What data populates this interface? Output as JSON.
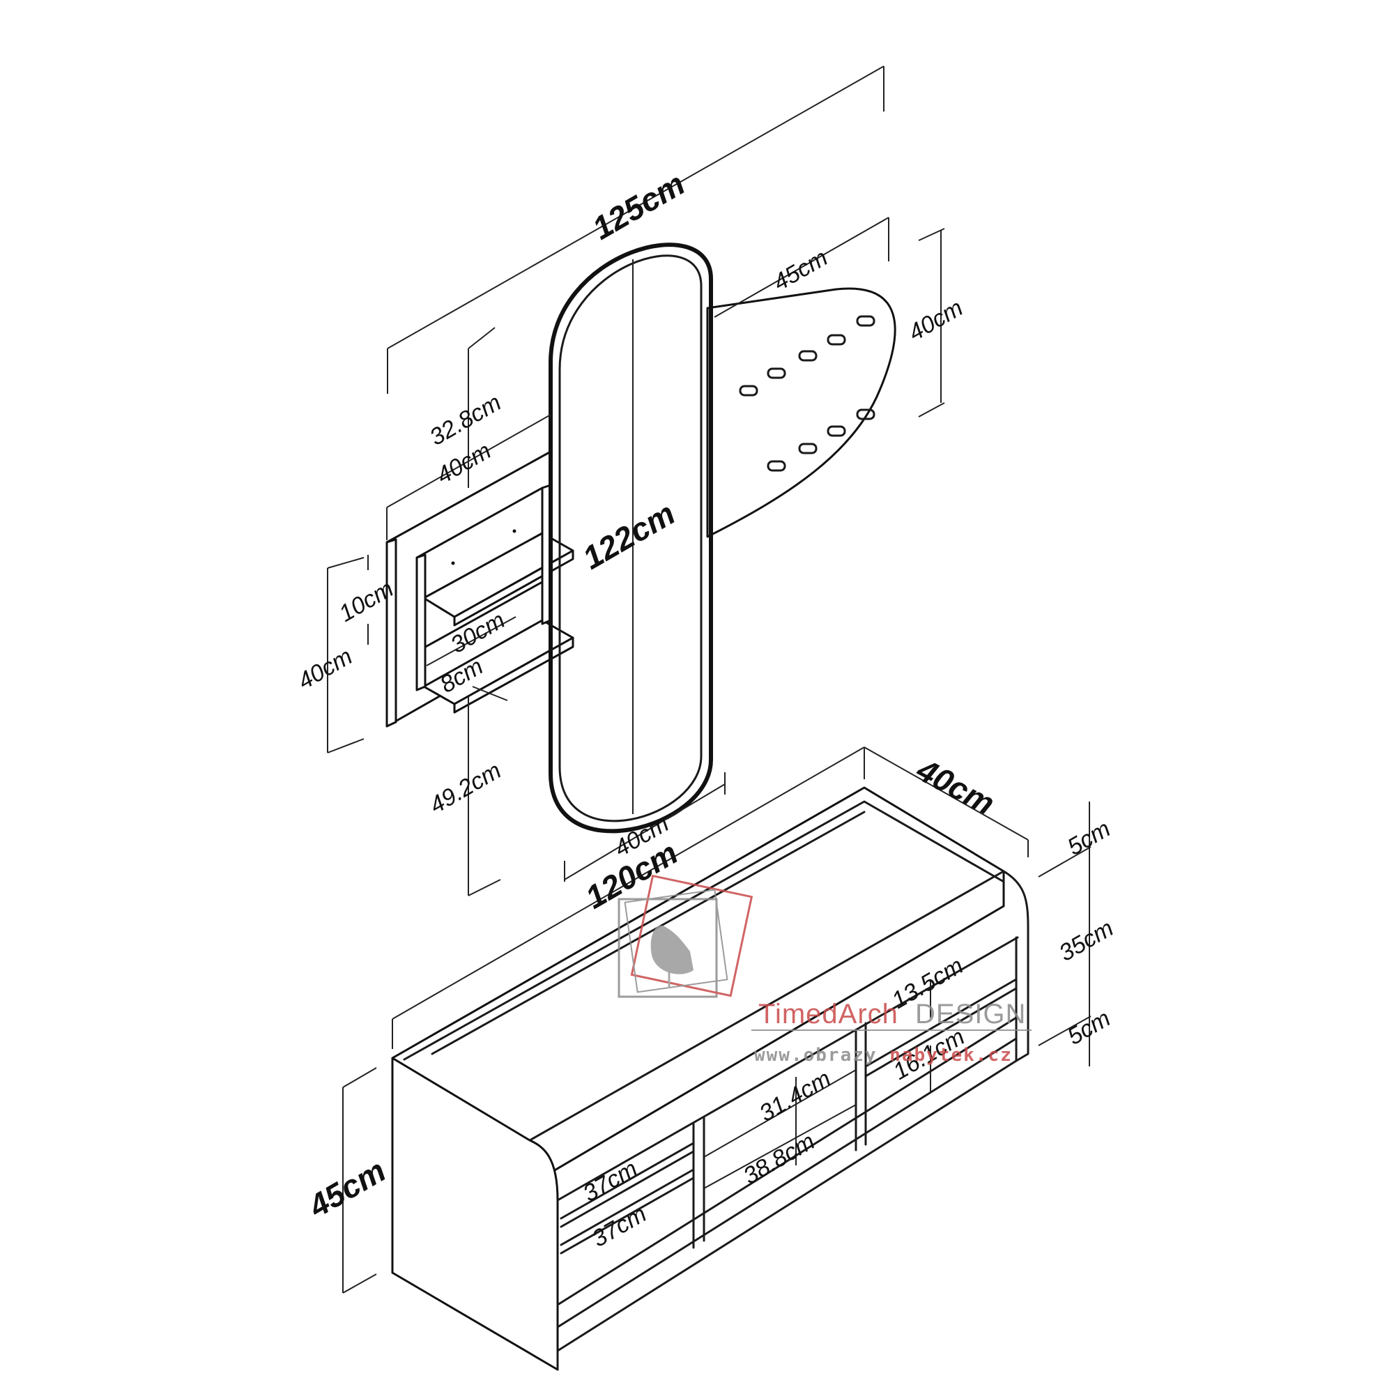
{
  "dimensions": {
    "overall_width": "125cm",
    "mirror_height": "122cm",
    "hook_panel_width": "45cm",
    "hook_panel_height": "40cm",
    "shelf_top_gap": "32.8cm",
    "shelf_panel_width": "40cm",
    "shelf_spacing": "10cm",
    "shelf_panel_height": "40cm",
    "shelf_length": "30cm",
    "shelf_depth": "8cm",
    "shelf_bottom_gap": "49.2cm",
    "mirror_width": "40cm",
    "bench_width": "120cm",
    "bench_depth": "40cm",
    "bench_height": "45cm",
    "top_thickness": "5cm",
    "compartment_height": "35cm",
    "base_thickness": "5cm",
    "right_upper": "13.5cm",
    "right_lower": "16.1cm",
    "middle_height": "31.4cm",
    "middle_width": "38.8cm",
    "left_upper": "37cm",
    "left_lower": "37cm"
  },
  "watermark": {
    "brand_part1": "TimedArch",
    "brand_part2": "DESIGN",
    "url_part1": "www.obrazy",
    "url_part2": "nabytek.cz",
    "accent_color": "#c94a4a",
    "gray_color": "#8a8a8a"
  }
}
